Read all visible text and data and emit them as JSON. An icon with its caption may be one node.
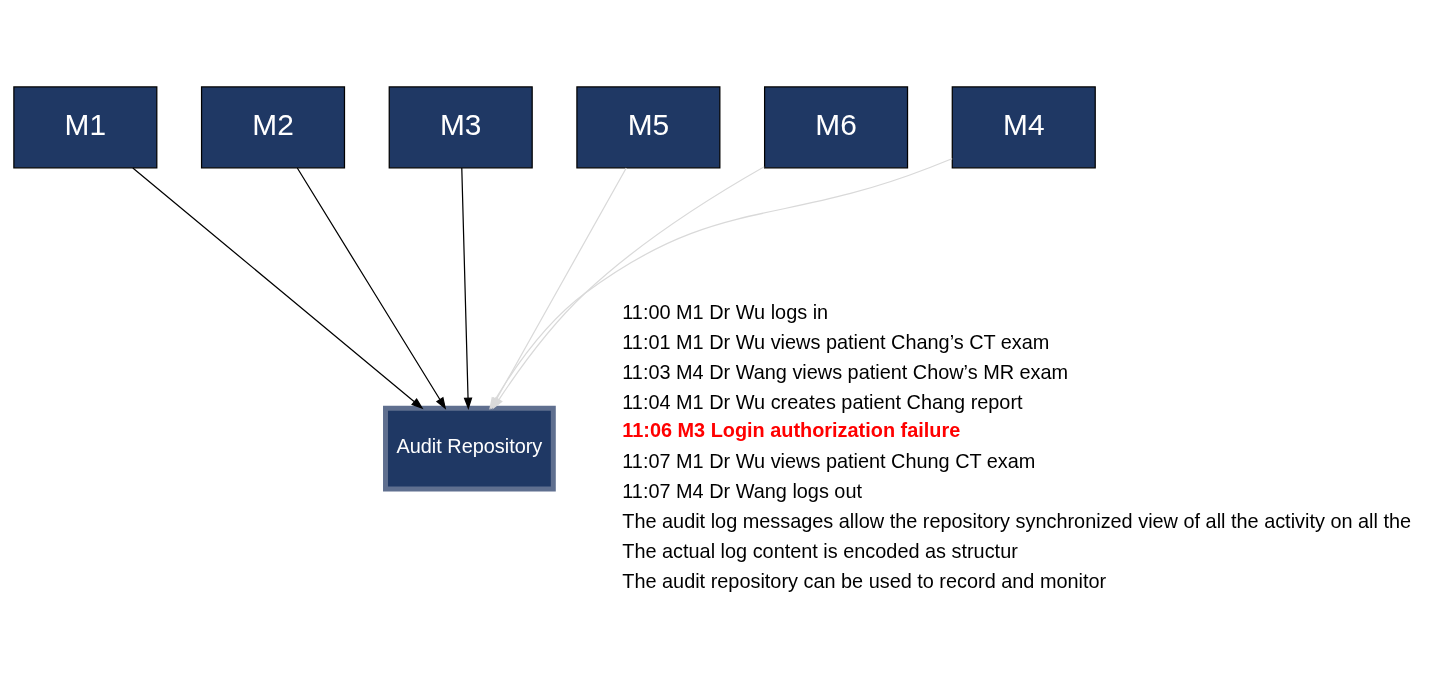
{
  "diagram": {
    "nodes": [
      {
        "text": [
          "M1"
        ]
      },
      {
        "text": [
          "M2"
        ]
      },
      {
        "text": [
          "M3"
        ]
      },
      {
        "text": [
          "M4"
        ]
      },
      {
        "text": [
          "M5"
        ]
      },
      {
        "text": [
          "M6"
        ]
      },
      {
        "text": [
          "Audit Repository"
        ]
      }
    ],
    "edges": [
      {
        "from": 0,
        "to": 6,
        "arrow": "to"
      },
      {
        "from": 1,
        "to": 6,
        "arrow": "to"
      },
      {
        "from": 2,
        "to": 6,
        "arrow": "to"
      },
      {
        "from": 3,
        "to": 6,
        "arrow": "to",
        "color": "#d9d9d9"
      },
      {
        "from": 4,
        "to": 6,
        "arrow": "to",
        "color": "#d9d9d9"
      },
      {
        "from": 5,
        "to": 6,
        "arrow": "to",
        "color": "#d9d9d9"
      }
    ],
    "labels": [
      "11:00 M1 Dr Wu logs in",
      "11:01 M1 Dr Wu views patient Chang’s CT exam",
      "11:03 M4 Dr Wang views patient Chow’s MR exam",
      "11:04 M1 Dr Wu creates patient Chang report",
      "11:06 M3 Login authorization failure",
      "11:07 M1 Dr Wu views patient Chung CT exam",
      "11:07 M4 Dr Wang logs out",
      "The audit log messages allow the repository synchronized view of all the activity on all the",
      "The actual log content is encoded as structur",
      "The audit repository can be used to record and monitor"
    ]
  }
}
